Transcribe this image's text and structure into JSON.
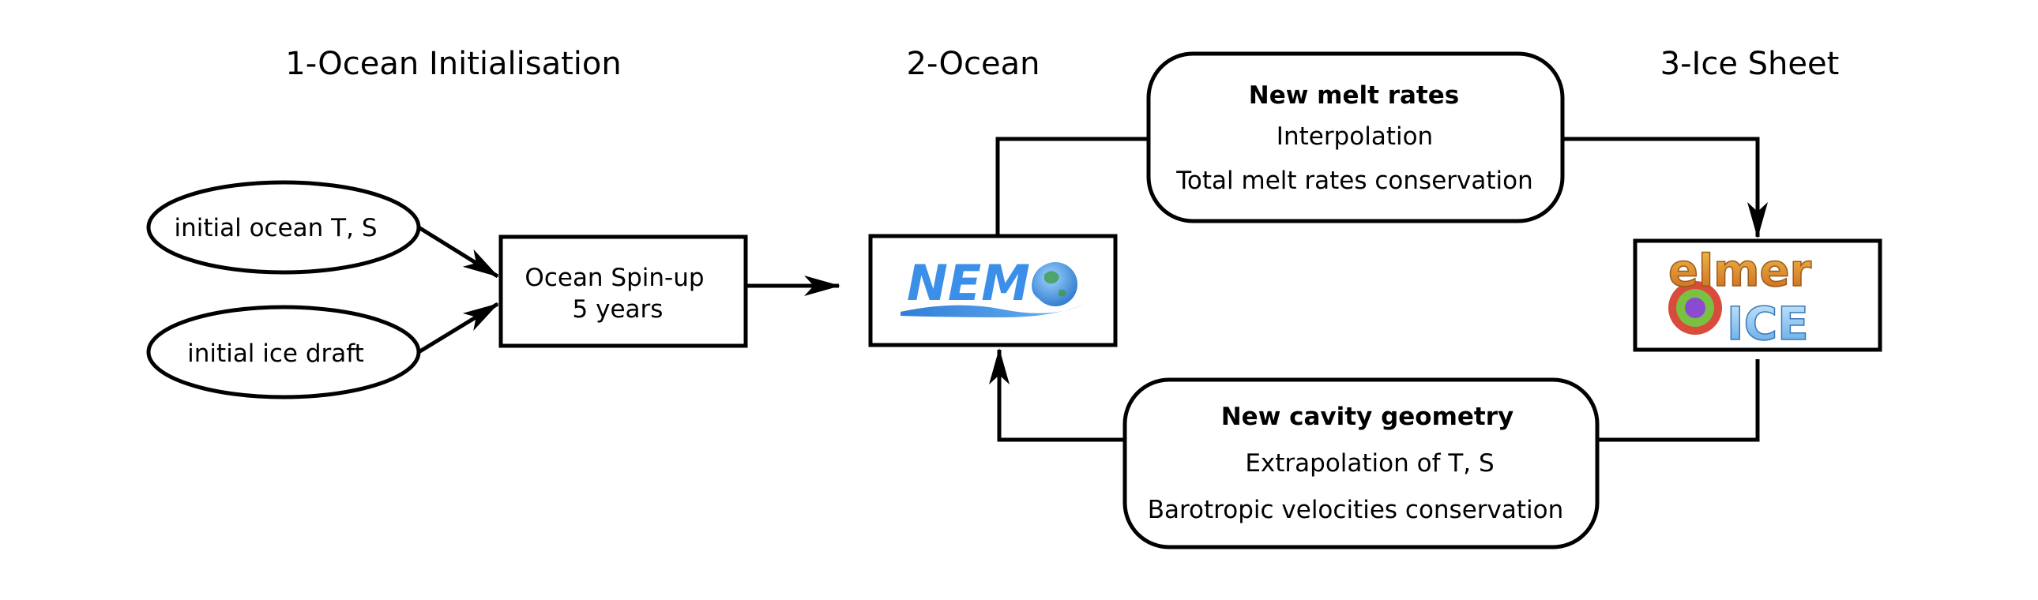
{
  "sections": {
    "ocean_init": "1-Ocean Initialisation",
    "ocean": "2-Ocean",
    "ice_sheet": "3-Ice Sheet"
  },
  "inputs": {
    "ocean_ts": "initial ocean T, S",
    "ice_draft": "initial ice draft"
  },
  "spinup": {
    "line1": "Ocean Spin-up",
    "line2": "5 years"
  },
  "logos": {
    "nemo": "NEMO",
    "elmer_top": "elmer",
    "elmer_bottom": "ICE"
  },
  "melt": {
    "title": "New melt rates",
    "line1": "Interpolation",
    "line2": "Total melt rates conservation"
  },
  "cavity": {
    "title": "New cavity geometry",
    "line1": "Extrapolation of T, S",
    "line2": "Barotropic velocities conservation"
  },
  "colors": {
    "nemo_blue": "#3b8fe8",
    "elmer_orange": "#e0902a",
    "ice_blue": "#8fc8f0"
  }
}
